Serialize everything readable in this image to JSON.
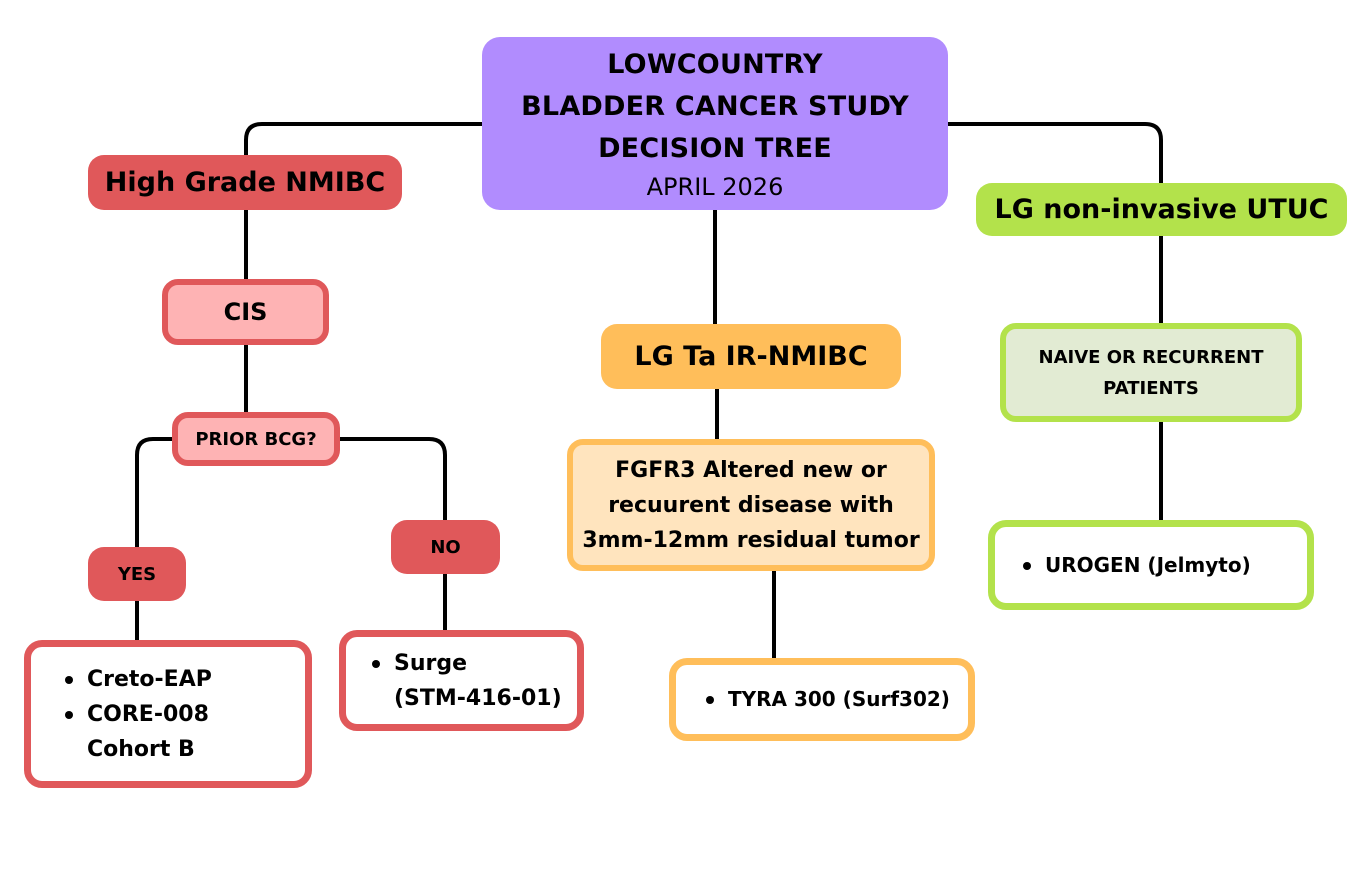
{
  "title": {
    "lines": [
      "LOWCOUNTRY",
      "BLADDER CANCER STUDY",
      "DECISION TREE"
    ],
    "date": "APRIL 2026",
    "color": "#b18cfe"
  },
  "branches": {
    "high_grade": {
      "label": "High Grade NMIBC",
      "color": "#e0585a",
      "light_color": "#feb3b4",
      "subtype": "CIS",
      "question": "PRIOR BCG?",
      "yes": {
        "label": "YES",
        "trials": [
          "Creto-EAP",
          "CORE-008 Cohort B"
        ],
        "trial_lines": [
          "Creto-EAP",
          "CORE-008",
          "Cohort B"
        ]
      },
      "no": {
        "label": "NO",
        "trials": [
          "Surge (STM-416-01)"
        ],
        "trial_lines": [
          "Surge",
          "(STM-416-01)"
        ]
      }
    },
    "lg_ta": {
      "label": "LG Ta IR-NMIBC",
      "color": "#ffbe5a",
      "light_color": "#ffe4be",
      "criteria_lines": [
        "FGFR3 Altered new or",
        "recuurent disease with",
        "3mm-12mm residual tumor"
      ],
      "trials": [
        "TYRA 300 (Surf302)"
      ]
    },
    "utuc": {
      "label": "LG non-invasive UTUC",
      "color": "#b3e24b",
      "light_color": "#e2ebd3",
      "population_lines": [
        "NAIVE OR RECURRENT",
        "PATIENTS"
      ],
      "trials": [
        "UROGEN (Jelmyto)"
      ]
    }
  }
}
